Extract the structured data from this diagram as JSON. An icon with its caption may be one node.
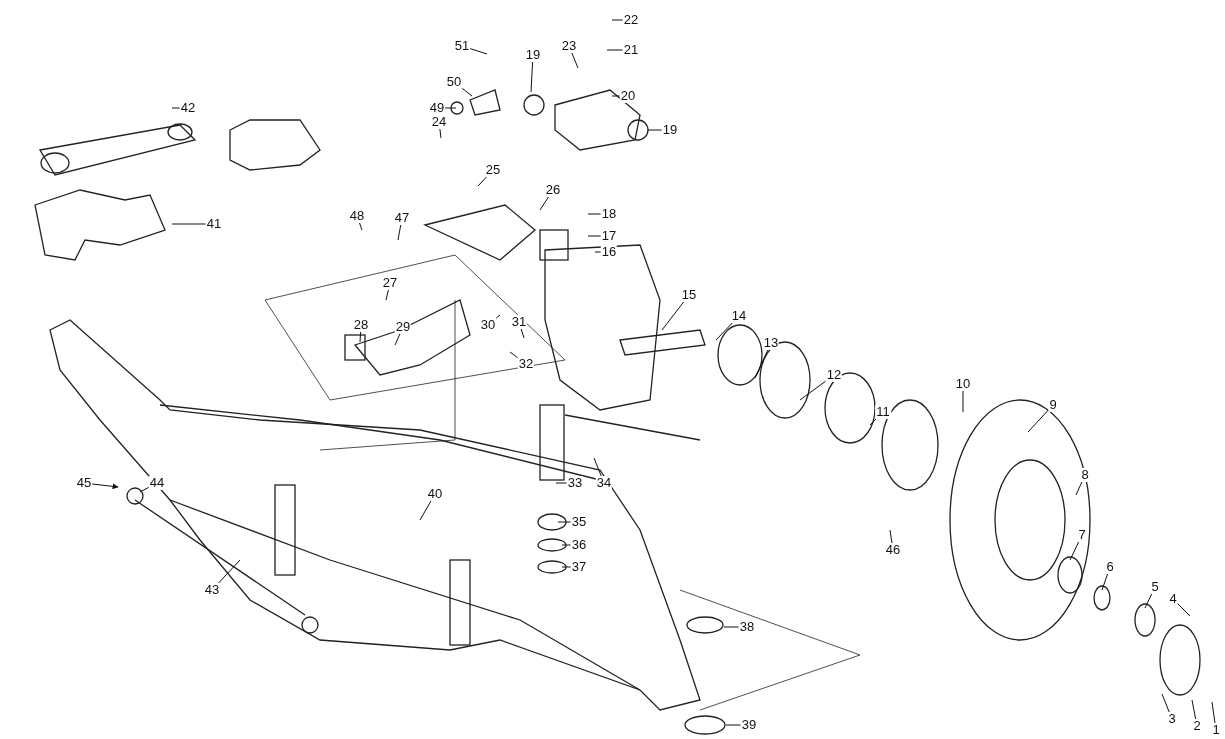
{
  "diagram": {
    "nodes": [
      {
        "text": [
          "22"
        ]
      },
      {
        "text": [
          "51"
        ]
      },
      {
        "text": [
          "23"
        ]
      },
      {
        "text": [
          "21"
        ]
      },
      {
        "text": [
          "19"
        ]
      },
      {
        "text": [
          "50"
        ]
      },
      {
        "text": [
          "20"
        ]
      },
      {
        "text": [
          "42"
        ]
      },
      {
        "text": [
          "49"
        ]
      },
      {
        "text": [
          "24"
        ]
      },
      {
        "text": [
          "19"
        ]
      },
      {
        "text": [
          "25"
        ]
      },
      {
        "text": [
          "26"
        ]
      },
      {
        "text": [
          "18"
        ]
      },
      {
        "text": [
          "48"
        ]
      },
      {
        "text": [
          "47"
        ]
      },
      {
        "text": [
          "41"
        ]
      },
      {
        "text": [
          "17"
        ]
      },
      {
        "text": [
          "16"
        ]
      },
      {
        "text": [
          "27"
        ]
      },
      {
        "text": [
          "15"
        ]
      },
      {
        "text": [
          "30"
        ]
      },
      {
        "text": [
          "31"
        ]
      },
      {
        "text": [
          "14"
        ]
      },
      {
        "text": [
          "28"
        ]
      },
      {
        "text": [
          "29"
        ]
      },
      {
        "text": [
          "32"
        ]
      },
      {
        "text": [
          "13"
        ]
      },
      {
        "text": [
          "12"
        ]
      },
      {
        "text": [
          "10"
        ]
      },
      {
        "text": [
          "9"
        ]
      },
      {
        "text": [
          "11"
        ]
      },
      {
        "text": [
          "45"
        ]
      },
      {
        "text": [
          "44"
        ]
      },
      {
        "text": [
          "34"
        ]
      },
      {
        "text": [
          "33"
        ]
      },
      {
        "text": [
          "40"
        ]
      },
      {
        "text": [
          "8"
        ]
      },
      {
        "text": [
          "35"
        ]
      },
      {
        "text": [
          "36"
        ]
      },
      {
        "text": [
          "46"
        ]
      },
      {
        "text": [
          "7"
        ]
      },
      {
        "text": [
          "37"
        ]
      },
      {
        "text": [
          "6"
        ]
      },
      {
        "text": [
          "43"
        ]
      },
      {
        "text": [
          "5"
        ]
      },
      {
        "text": [
          "4"
        ]
      },
      {
        "text": [
          "38"
        ]
      },
      {
        "text": [
          "3"
        ]
      },
      {
        "text": [
          "2"
        ]
      },
      {
        "text": [
          "1"
        ]
      },
      {
        "text": [
          "39"
        ]
      }
    ],
    "edges": [
      {
        "from": 0,
        "to": null,
        "arrow": "none"
      },
      {
        "from": 1,
        "to": null,
        "arrow": "none"
      },
      {
        "from": 2,
        "to": null,
        "arrow": "none"
      },
      {
        "from": 3,
        "to": null,
        "arrow": "none"
      },
      {
        "from": 4,
        "to": null,
        "arrow": "none"
      },
      {
        "from": 5,
        "to": null,
        "arrow": "none"
      },
      {
        "from": 6,
        "to": null,
        "arrow": "none"
      },
      {
        "from": 7,
        "to": null,
        "arrow": "none"
      },
      {
        "from": 8,
        "to": null,
        "arrow": "none"
      },
      {
        "from": 9,
        "to": null,
        "arrow": "none"
      },
      {
        "from": 10,
        "to": null,
        "arrow": "none"
      },
      {
        "from": 11,
        "to": null,
        "arrow": "none"
      },
      {
        "from": 12,
        "to": null,
        "arrow": "none"
      },
      {
        "from": 13,
        "to": null,
        "arrow": "none"
      },
      {
        "from": 14,
        "to": null,
        "arrow": "none"
      },
      {
        "from": 15,
        "to": null,
        "arrow": "none"
      },
      {
        "from": 16,
        "to": null,
        "arrow": "none"
      },
      {
        "from": 17,
        "to": null,
        "arrow": "none"
      },
      {
        "from": 18,
        "to": null,
        "arrow": "none"
      },
      {
        "from": 19,
        "to": null,
        "arrow": "none"
      },
      {
        "from": 20,
        "to": null,
        "arrow": "none"
      },
      {
        "from": 21,
        "to": null,
        "arrow": "none"
      },
      {
        "from": 22,
        "to": null,
        "arrow": "none"
      },
      {
        "from": 23,
        "to": null,
        "arrow": "none"
      },
      {
        "from": 24,
        "to": null,
        "arrow": "none"
      },
      {
        "from": 25,
        "to": null,
        "arrow": "none"
      },
      {
        "from": 26,
        "to": null,
        "arrow": "none"
      },
      {
        "from": 27,
        "to": null,
        "arrow": "none"
      },
      {
        "from": 28,
        "to": null,
        "arrow": "none"
      },
      {
        "from": 29,
        "to": null,
        "arrow": "none"
      },
      {
        "from": 30,
        "to": null,
        "arrow": "none"
      },
      {
        "from": 31,
        "to": null,
        "arrow": "none"
      },
      {
        "from": 32,
        "to": null,
        "arrow": "to"
      },
      {
        "from": 33,
        "to": null,
        "arrow": "none"
      },
      {
        "from": 34,
        "to": null,
        "arrow": "none"
      },
      {
        "from": 35,
        "to": null,
        "arrow": "none"
      },
      {
        "from": 36,
        "to": null,
        "arrow": "none"
      },
      {
        "from": 37,
        "to": null,
        "arrow": "none"
      },
      {
        "from": 38,
        "to": null,
        "arrow": "none"
      },
      {
        "from": 39,
        "to": null,
        "arrow": "none"
      },
      {
        "from": 40,
        "to": null,
        "arrow": "none"
      },
      {
        "from": 41,
        "to": null,
        "arrow": "none"
      },
      {
        "from": 42,
        "to": null,
        "arrow": "none"
      },
      {
        "from": 43,
        "to": null,
        "arrow": "none"
      },
      {
        "from": 44,
        "to": null,
        "arrow": "none"
      },
      {
        "from": 45,
        "to": null,
        "arrow": "none"
      },
      {
        "from": 46,
        "to": null,
        "arrow": "none"
      },
      {
        "from": 47,
        "to": null,
        "arrow": "none"
      },
      {
        "from": 48,
        "to": null,
        "arrow": "none"
      },
      {
        "from": 49,
        "to": null,
        "arrow": "none"
      },
      {
        "from": 50,
        "to": null,
        "arrow": "none"
      },
      {
        "from": 51,
        "to": null,
        "arrow": "none"
      }
    ]
  }
}
